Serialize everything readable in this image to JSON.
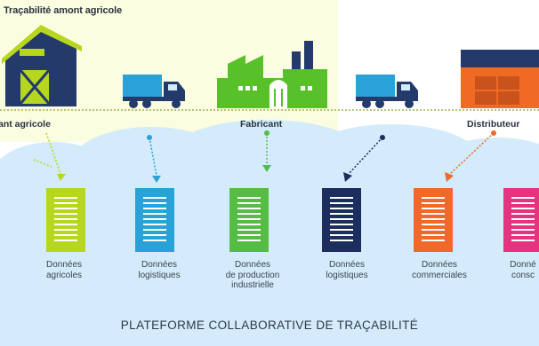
{
  "header": {
    "title": "Traçabilité amont agricole"
  },
  "stages": [
    {
      "label": "ant agricole",
      "icon": "barn-icon",
      "color": "#233a6b"
    },
    {
      "label": "Fabricant",
      "icon": "factory-icon",
      "color": "#58c12a"
    },
    {
      "label": "Distributeur",
      "icon": "store-icon",
      "color": "#ef6a23"
    }
  ],
  "documents": [
    {
      "lines": [
        "Données",
        "agricoles"
      ],
      "color": "#b7d61f"
    },
    {
      "lines": [
        "Données",
        "logistiques"
      ],
      "color": "#2aa2d8"
    },
    {
      "lines": [
        "Données",
        "de production",
        "industrielle"
      ],
      "color": "#56bd44"
    },
    {
      "lines": [
        "Données",
        "logistiques"
      ],
      "color": "#1c2e5e"
    },
    {
      "lines": [
        "Données",
        "commerciales"
      ],
      "color": "#f0682a"
    },
    {
      "lines": [
        "Donné",
        "consc"
      ],
      "color": "#e6337f"
    }
  ],
  "footer": {
    "platform": "PLATEFORME COLLABORATIVE DE TRAÇABILITÉ"
  },
  "colors": {
    "cloud": "#d3ebfa",
    "band": "#fbfde0",
    "truck": "#2aa2d8",
    "text": "#2a3340"
  }
}
